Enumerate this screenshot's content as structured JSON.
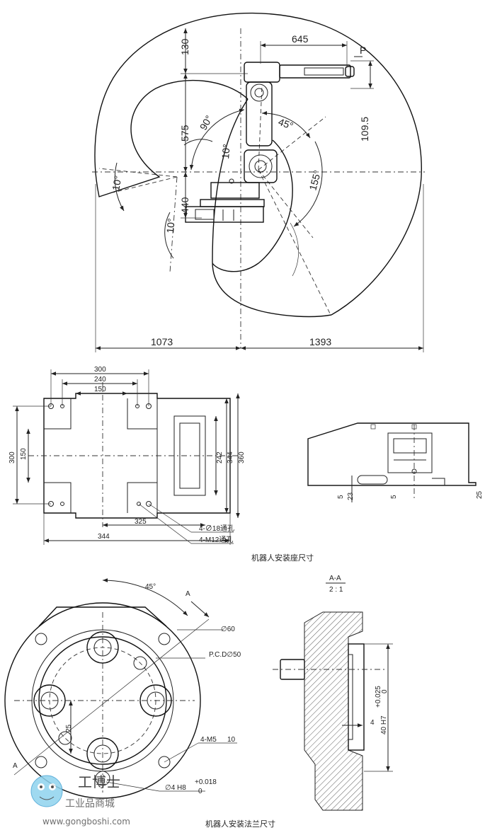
{
  "top_view": {
    "dims": {
      "d645": "645",
      "d130": "130",
      "d575": "575",
      "d440": "440",
      "d1095": "109.5",
      "d1073": "1073",
      "d1393": "1393",
      "p_label": "P",
      "a90": "90°",
      "a45": "45°",
      "a155": "155°",
      "a10a": "10°",
      "a10b": "10°",
      "a10c": "10°"
    }
  },
  "base_view": {
    "dims": {
      "d300w": "300",
      "d240": "240",
      "d150w": "150",
      "d300h": "300",
      "d150h": "150",
      "d242": "242",
      "d344v": "344",
      "d360": "360",
      "d325": "325",
      "d344h": "344",
      "hole1": "4-∅18通孔",
      "hole2": "4-M12通孔"
    },
    "side": {
      "d5a": "5",
      "d23": "23",
      "d5b": "5",
      "d25": "25"
    },
    "caption": "机器人安装座尺寸"
  },
  "flange_view": {
    "dims": {
      "a45": "45°",
      "a_label": "A",
      "a_label2": "A",
      "d60": "∅60",
      "pcd": "P.C.D∅50",
      "d25": "25",
      "m5": "4-M5",
      "m5depth": "10",
      "h8": "∅4 H8",
      "h8tol_up": "+0.018",
      "h8tol_lo": "0"
    },
    "section": {
      "title": "A-A",
      "scale": "2 : 1",
      "d4": "4",
      "h7": "40 H7",
      "h7tol_up": "+0.025",
      "h7tol_lo": "0"
    },
    "caption": "机器人安装法兰尺寸"
  },
  "watermark": {
    "cn": "工业品商城",
    "url": "www.gongboshi.com",
    "logo": "工博士"
  }
}
